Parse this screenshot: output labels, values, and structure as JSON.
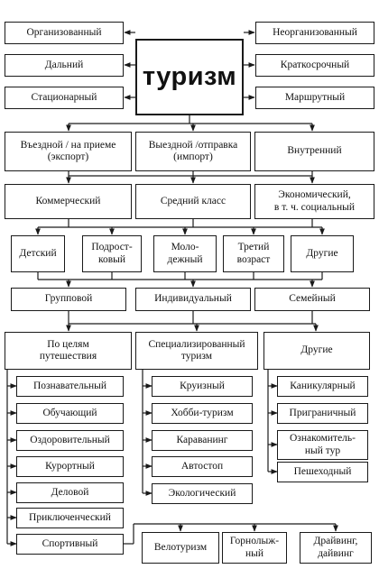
{
  "title": "туризм",
  "top_left": [
    "Организованный",
    "Дальний",
    "Стационарный"
  ],
  "top_right": [
    "Неорганизованный",
    "Краткосрочный",
    "Маршрутный"
  ],
  "direction": [
    "Въездной / на приеме\n(экспорт)",
    "Выездной /отправка\n(импорт)",
    "Внутренний"
  ],
  "class": [
    "Коммерческий",
    "Средний класс",
    "Экономический,\nв т. ч. социальный"
  ],
  "age": [
    "Детский",
    "Подрост-\nковый",
    "Моло-\nдежный",
    "Третий\nвозраст",
    "Другие"
  ],
  "group": [
    "Групповой",
    "Индивидуальный",
    "Семейный"
  ],
  "categories": [
    "По целям\nпутешествия",
    "Специализированный\nтуризм",
    "Другие"
  ],
  "purpose_items": [
    "Познавательный",
    "Обучающий",
    "Оздоровительный",
    "Курортный",
    "Деловой",
    "Приключенческий",
    "Спортивный"
  ],
  "special_items": [
    "Круизный",
    "Хобби-туризм",
    "Караванинг",
    "Автостоп",
    "Экологический"
  ],
  "other_items": [
    "Каникулярный",
    "Приграничный",
    "Ознакомитель-\nный тур",
    "Пешеходный"
  ],
  "sport_items": [
    "Велотуризм",
    "Горнолыж-\nный",
    "Драйвинг,\nдайвинг"
  ]
}
